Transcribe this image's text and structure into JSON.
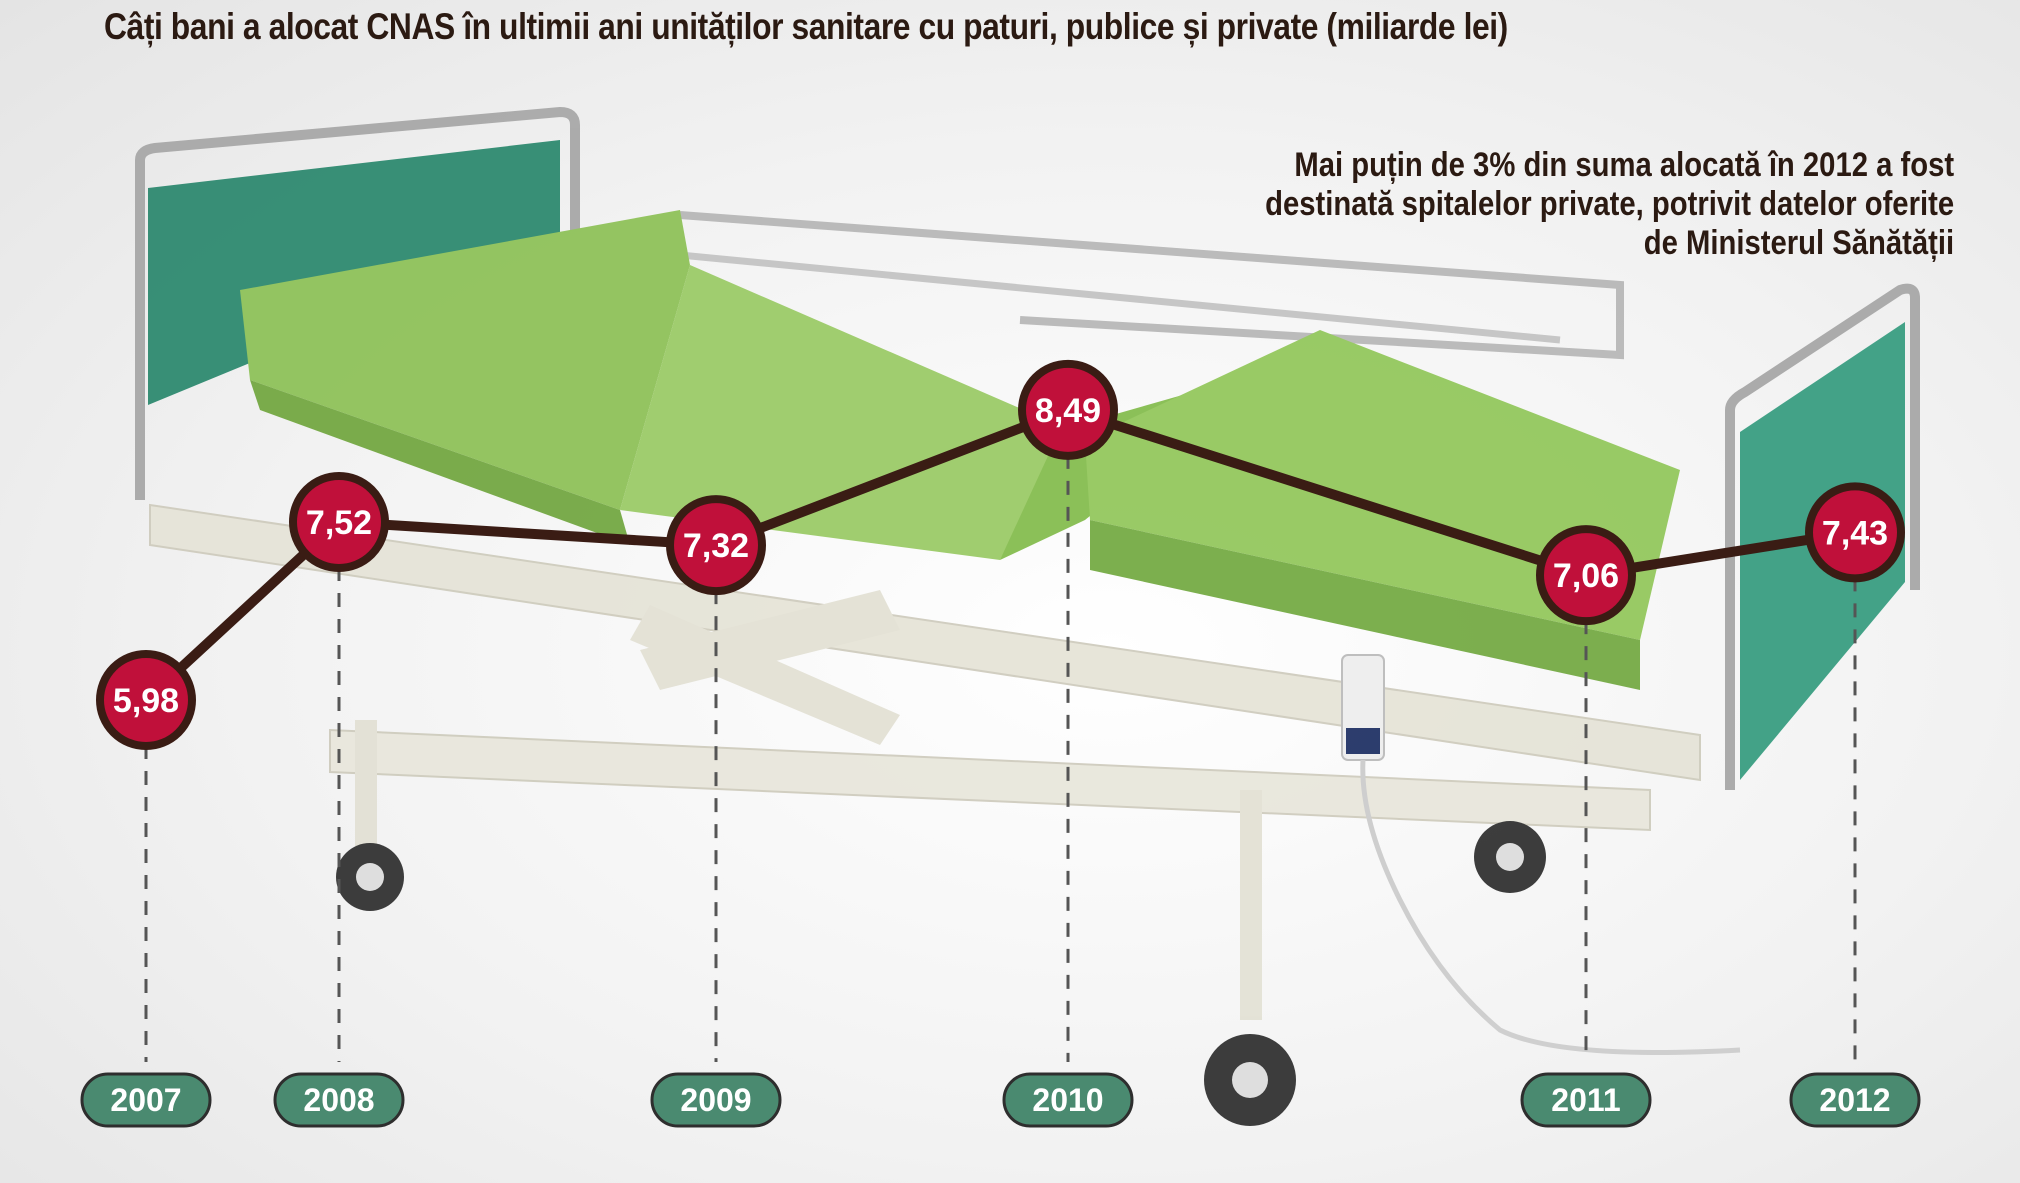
{
  "chart_data": {
    "type": "line",
    "title": "Câți bani a alocat CNAS în ultimii ani unităților sanitare cu paturi, publice și private (miliarde lei)",
    "annotation": [
      "Mai puțin de  3% din suma alocată în 2012 a fost",
      "destinată spitalelor private, potrivit datelor oferite",
      "de Ministerul Sănătății"
    ],
    "categories": [
      "2007",
      "2008",
      "2009",
      "2010",
      "2011",
      "2012"
    ],
    "values": [
      5.98,
      7.52,
      7.32,
      8.49,
      7.06,
      7.43
    ],
    "value_labels": [
      "5,98",
      "7,52",
      "7,32",
      "8,49",
      "7,06",
      "7,43"
    ],
    "grid": false,
    "legend": "none"
  },
  "colors": {
    "marker_fill": "#c0103a",
    "marker_ring": "#3a1c14",
    "line": "#3a1c14",
    "year_badge": "#4a8a70",
    "text": "#2b1a12"
  },
  "background": "hospital-bed-illustration"
}
